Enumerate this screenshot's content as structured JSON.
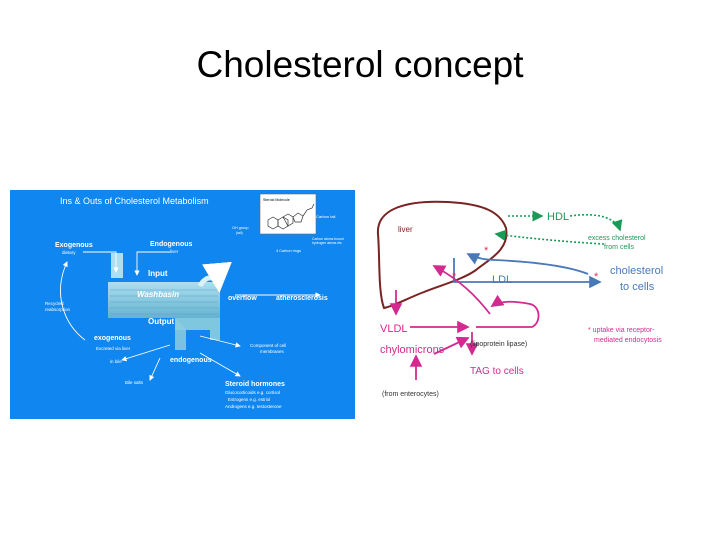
{
  "slide": {
    "title": "Cholesterol concept"
  },
  "left_figure": {
    "title": "Ins & Outs of  Cholesterol Metabolism",
    "inset": {
      "title": "Steroid Molecule",
      "carbon_tail": "Carbon tail",
      "oh_group": "OH group",
      "oh_group_sub": "(tail)",
      "hydrocarbon_1": "Carbon atoms bound",
      "hydrocarbon_2": "hydrogen atoms etc",
      "rings": "4 Carbon rings"
    },
    "labels": {
      "exogenous_top": "Exogenous",
      "dietary": "dietary",
      "endogenous_top": "Endogenous",
      "liver": "liver",
      "input": "Input",
      "washbasin": "Washbasin",
      "overflow": "overflow",
      "atherosclerosis": "atherosclerosis",
      "output": "Output",
      "recycled_1": "Recycled",
      "recycled_2": "reabsorption",
      "exogenous_bottom": "exogenous",
      "excreted_1": "Excreted via liver",
      "excreted_2": "in bile",
      "endogenous_bottom": "endogenous",
      "component_1": "Component of  cell",
      "component_2": "membranes",
      "bile_salts": "Bile salts",
      "steroid_hormones": "Steroid hormones",
      "gluco": "Glucocorticoids e.g. cortisol",
      "estrogens": "Estrogens e.g. estriol",
      "androgens": "Androgens e.g. testosterone"
    }
  },
  "right_figure": {
    "labels": {
      "liver": "liver",
      "hdl": "HDL",
      "excess_1": "excess cholesterol",
      "excess_2": "from cells",
      "ldl": "LDL",
      "cholesterol_1": "cholesterol",
      "cholesterol_2": "to cells",
      "vldl": "VLDL",
      "chylomicrons": "chylomicrons",
      "lipoprotein_lipase": "(lipoprotein lipase)",
      "tag": "TAG to cells",
      "enterocytes": "(from enterocytes)",
      "asterisk": "*",
      "uptake_1": " uptake via receptor-",
      "uptake_2": "mediated endocytosis"
    },
    "colors": {
      "liver": "#7a2323",
      "hdl": "#1a9a55",
      "ldl": "#4a79b8",
      "vldl": "#d42a8f",
      "asterisk": "#e0335a"
    }
  }
}
